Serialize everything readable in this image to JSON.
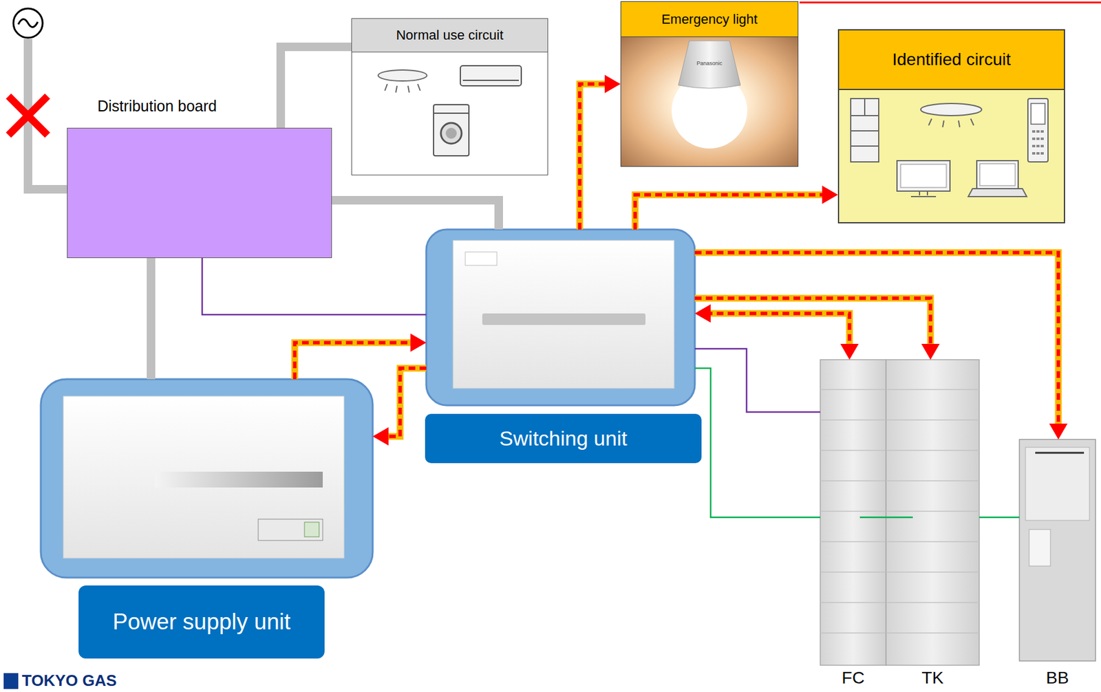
{
  "diagram": {
    "nodes": [
      {
        "text": [
          "Emergency light"
        ]
      },
      {
        "text": [
          "Normal use circuit"
        ]
      },
      {
        "text": [
          "Identified circuit"
        ]
      },
      {
        "text": [
          "Distribution board"
        ]
      },
      {
        "text": [
          "Switching unit"
        ]
      },
      {
        "text": [
          "Power supply unit"
        ]
      },
      {
        "text": [
          "FC"
        ]
      },
      {
        "text": [
          "TK"
        ]
      },
      {
        "text": [
          "BB"
        ]
      }
    ],
    "edges": [
      {
        "from": 4,
        "to": 0,
        "arrow": "to"
      },
      {
        "from": 4,
        "to": 2,
        "arrow": "to"
      },
      {
        "from": 4,
        "to": 8,
        "arrow": "to"
      },
      {
        "from": 4,
        "to": 7,
        "arrow": "to"
      },
      {
        "from": 4,
        "to": 6,
        "arrow": "both"
      },
      {
        "from": 5,
        "to": 4,
        "arrow": "to"
      },
      {
        "from": 4,
        "to": 5,
        "arrow": "to"
      },
      {
        "from": 3,
        "to": 1,
        "arrow": "none"
      },
      {
        "from": 3,
        "to": 4,
        "arrow": "none"
      },
      {
        "from": 3,
        "to": 5,
        "arrow": "none"
      },
      {
        "from": 3,
        "to": 4,
        "arrow": "none"
      },
      {
        "from": 4,
        "to": 6,
        "arrow": "none"
      },
      {
        "from": 4,
        "to": 6,
        "arrow": "none"
      },
      {
        "from": 7,
        "to": 8,
        "arrow": "none"
      }
    ],
    "labels": [
      "Panasonic",
      "TOKYO GAS"
    ]
  }
}
